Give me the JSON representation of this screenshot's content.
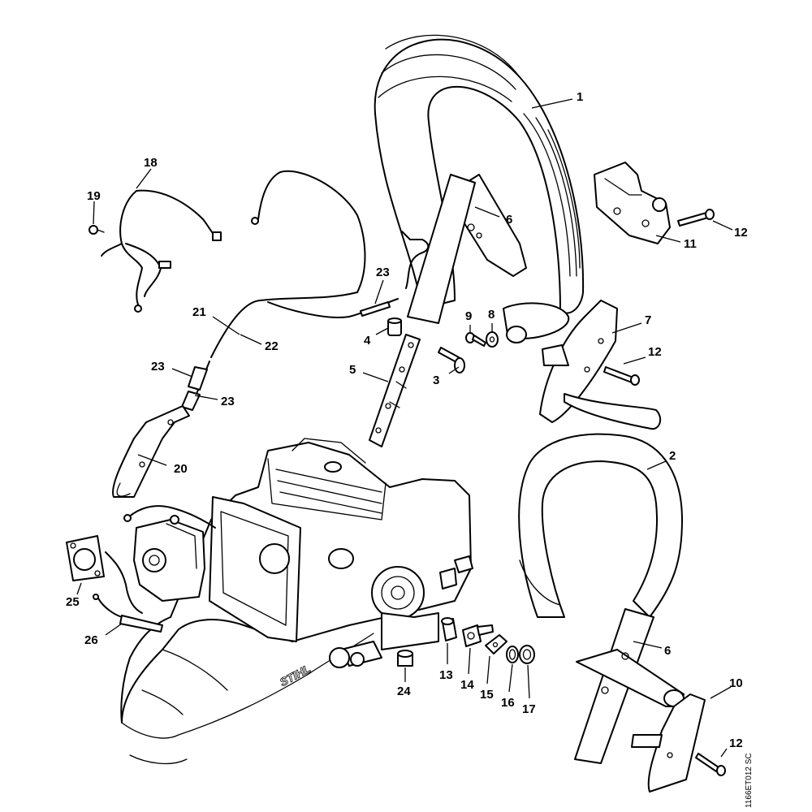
{
  "callouts": [
    {
      "id": "c1",
      "label": "1"
    },
    {
      "id": "c2",
      "label": "2"
    },
    {
      "id": "c3",
      "label": "3"
    },
    {
      "id": "c4",
      "label": "4"
    },
    {
      "id": "c5",
      "label": "5"
    },
    {
      "id": "c6a",
      "label": "6"
    },
    {
      "id": "c6b",
      "label": "6"
    },
    {
      "id": "c7",
      "label": "7"
    },
    {
      "id": "c8",
      "label": "8"
    },
    {
      "id": "c9",
      "label": "9"
    },
    {
      "id": "c10",
      "label": "10"
    },
    {
      "id": "c11",
      "label": "11"
    },
    {
      "id": "c12a",
      "label": "12"
    },
    {
      "id": "c12b",
      "label": "12"
    },
    {
      "id": "c12c",
      "label": "12"
    },
    {
      "id": "c13",
      "label": "13"
    },
    {
      "id": "c14",
      "label": "14"
    },
    {
      "id": "c15",
      "label": "15"
    },
    {
      "id": "c16",
      "label": "16"
    },
    {
      "id": "c17",
      "label": "17"
    },
    {
      "id": "c18",
      "label": "18"
    },
    {
      "id": "c19",
      "label": "19"
    },
    {
      "id": "c20",
      "label": "20"
    },
    {
      "id": "c21",
      "label": "21"
    },
    {
      "id": "c22",
      "label": "22"
    },
    {
      "id": "c23a",
      "label": "23"
    },
    {
      "id": "c23b",
      "label": "23"
    },
    {
      "id": "c23c",
      "label": "23"
    },
    {
      "id": "c24",
      "label": "24"
    },
    {
      "id": "c25",
      "label": "25"
    },
    {
      "id": "c26",
      "label": "26"
    }
  ],
  "drawing_code": "1166ET012 SC",
  "brand_mark": "STIHL"
}
